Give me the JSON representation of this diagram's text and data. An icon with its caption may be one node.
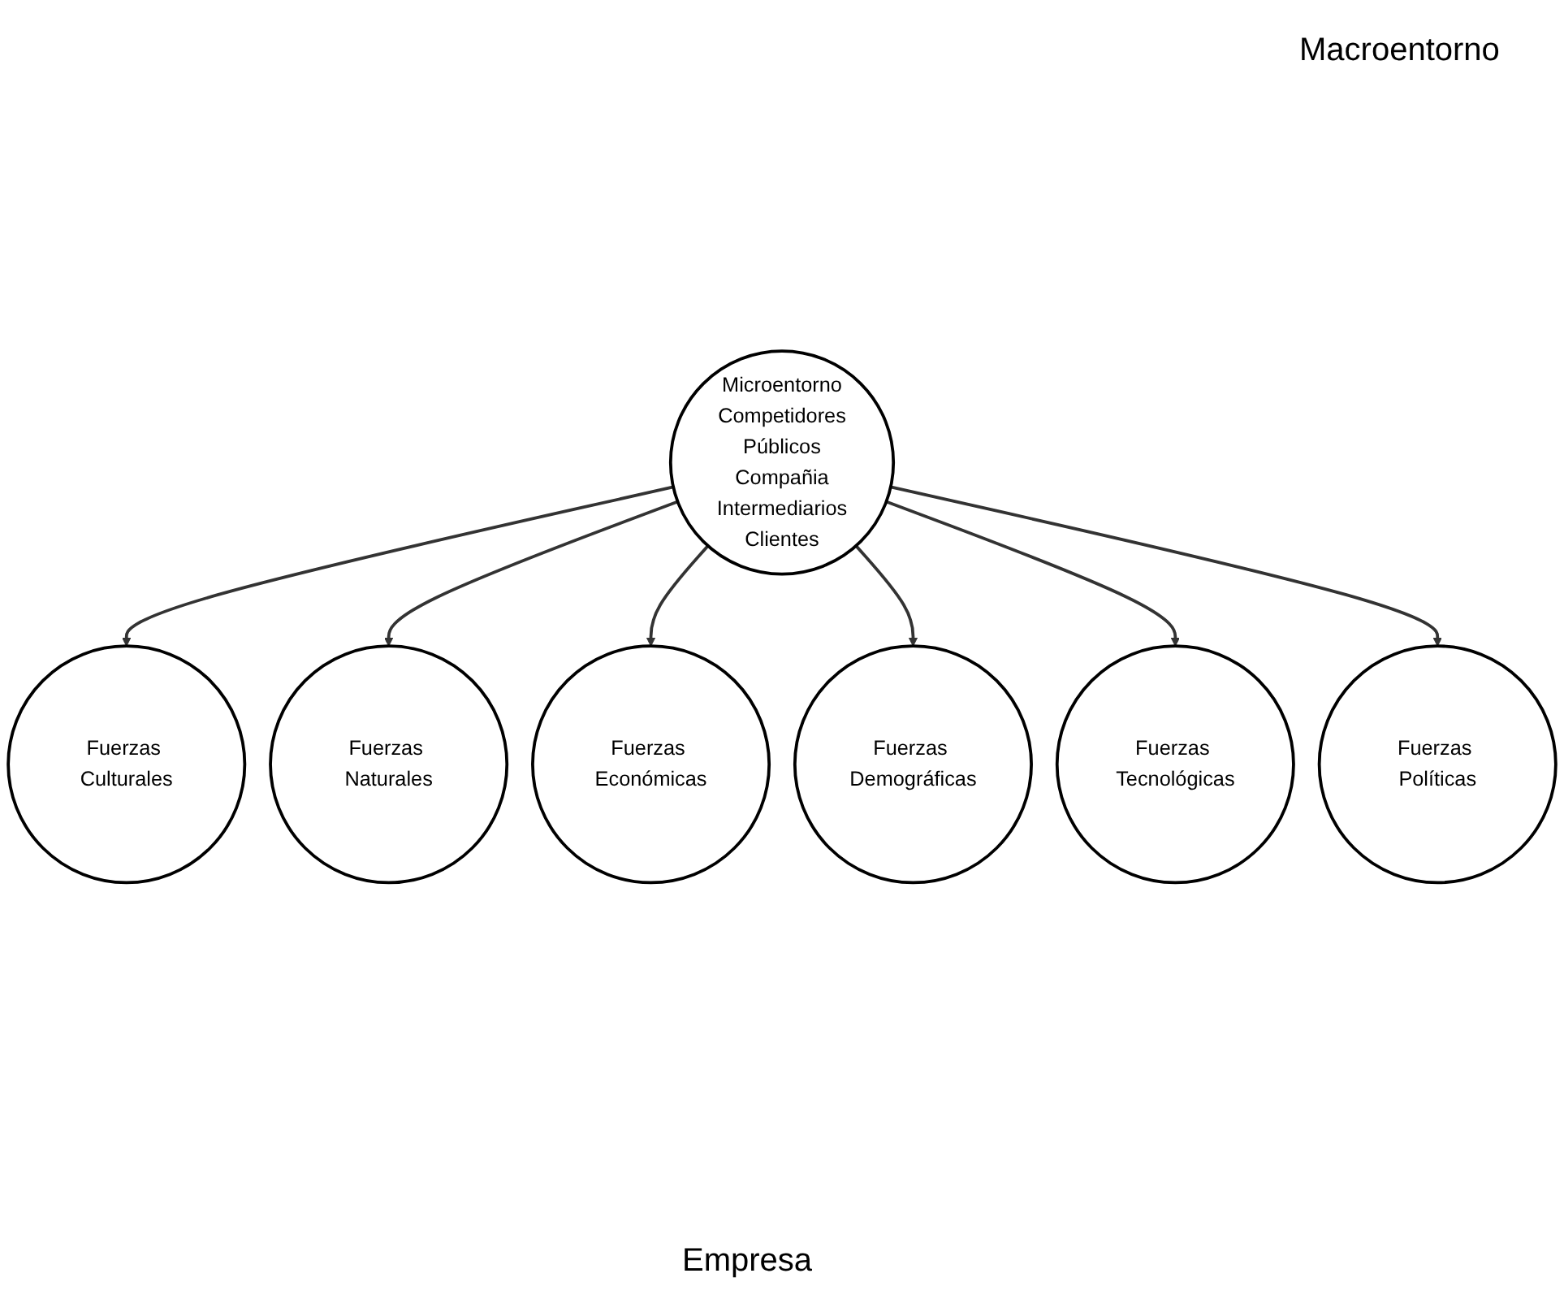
{
  "diagram": {
    "nodes": [
      {
        "text": [
          "Fuerzas Culturales"
        ]
      },
      {
        "text": [
          "Fuerzas Naturales"
        ]
      },
      {
        "text": [
          "Fuerzas Económicas"
        ]
      },
      {
        "text": [
          "Microentorno",
          "Competidores",
          "Públicos",
          "Compañia",
          "Intermediarios",
          "Clientes"
        ]
      },
      {
        "text": [
          "Fuerzas Demográficas"
        ]
      },
      {
        "text": [
          "Fuerzas Tecnológicas"
        ]
      },
      {
        "text": [
          "Fuerzas Políticas"
        ]
      }
    ],
    "edges": [
      {
        "from": 3,
        "to": 0,
        "arrow": "to"
      },
      {
        "from": 3,
        "to": 1,
        "arrow": "to"
      },
      {
        "from": 3,
        "to": 2,
        "arrow": "to"
      },
      {
        "from": 3,
        "to": 4,
        "arrow": "to"
      },
      {
        "from": 3,
        "to": 5,
        "arrow": "to"
      },
      {
        "from": 3,
        "to": 6,
        "arrow": "to"
      }
    ],
    "labels": [
      "Macroentorno",
      "Empresa"
    ]
  }
}
